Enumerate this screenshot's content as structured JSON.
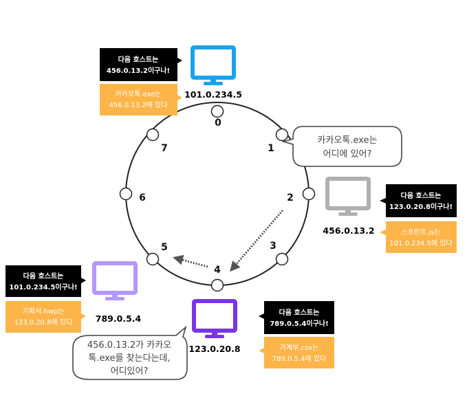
{
  "colors": {
    "blue": "#1aa3ec",
    "gray": "#b0b0b0",
    "purple": "#7a35e0",
    "lavender": "#b497ff",
    "orange": "#fdb549",
    "black": "#000000"
  },
  "ring": {
    "labels": [
      "0",
      "1",
      "2",
      "3",
      "4",
      "5",
      "6",
      "7"
    ]
  },
  "nodes": {
    "n0": {
      "ip": "101.0.234.5",
      "next_host": [
        "다음 호스트는",
        "456.0.13.2이구나!"
      ],
      "file": [
        "카카오톡.exe는",
        "456.0.13.2에 있다"
      ]
    },
    "n2": {
      "ip": "456.0.13.2",
      "next_host": [
        "다음 호스트는",
        "123.0.20.8이구나!"
      ],
      "file": [
        "스프린트.js는",
        "101.0.234.5에 있다"
      ]
    },
    "n4": {
      "ip": "123.0.20.8",
      "next_host": [
        "다음 호스트는",
        "789.0.5.4이구나!"
      ],
      "file": [
        "가계부.csv는",
        "789.0.5.4에 있다"
      ]
    },
    "n5": {
      "ip": "789.0.5.4",
      "next_host": [
        "다음 호스트는",
        "101.0.234.5이구나!"
      ],
      "file": [
        "기획서.hwp는",
        "123.0.20.8에 있다"
      ]
    }
  },
  "bubbles": {
    "query": [
      "카카오톡.exe는",
      "어디에 있어?"
    ],
    "forward": [
      "456.0.13.2가 카카오",
      "톡.exe를 찾는다는데,",
      "어디있어?"
    ]
  }
}
